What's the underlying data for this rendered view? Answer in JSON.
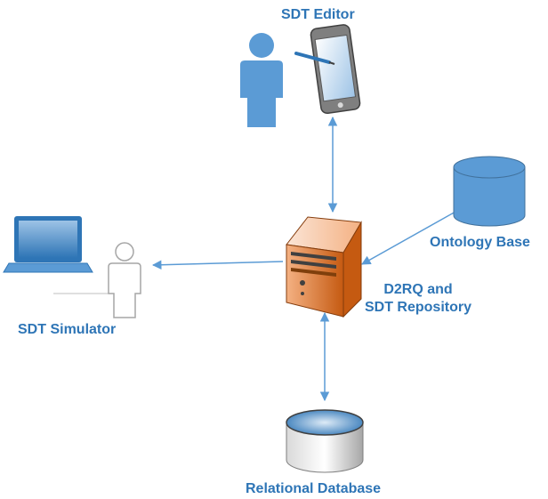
{
  "colors": {
    "accent": "#2E75B6",
    "person_fill": "#5B9BD5",
    "arrow": "#5B9BD5",
    "cylinder_fill": "#5B9BD5",
    "server_orange": "#ED7D31"
  },
  "nodes": {
    "editor": {
      "label": "SDT Editor",
      "icons": [
        "person-icon",
        "tablet-icon",
        "stylus-icon"
      ]
    },
    "simulator": {
      "label": "SDT Simulator",
      "icons": [
        "laptop-icon",
        "person-outline-icon"
      ]
    },
    "repository": {
      "label_line1": "D2RQ and",
      "label_line2": "SDT Repository",
      "icons": [
        "server-tower-icon"
      ]
    },
    "ontology": {
      "label": "Ontology Base",
      "icons": [
        "database-cylinder-icon"
      ]
    },
    "relational": {
      "label": "Relational Database",
      "icons": [
        "database-disk-icon"
      ]
    }
  },
  "edges": [
    {
      "from": "editor",
      "to": "repository",
      "direction": "both"
    },
    {
      "from": "repository",
      "to": "simulator",
      "direction": "to-simulator"
    },
    {
      "from": "ontology",
      "to": "repository",
      "direction": "to-repository"
    },
    {
      "from": "repository",
      "to": "relational",
      "direction": "both"
    }
  ]
}
